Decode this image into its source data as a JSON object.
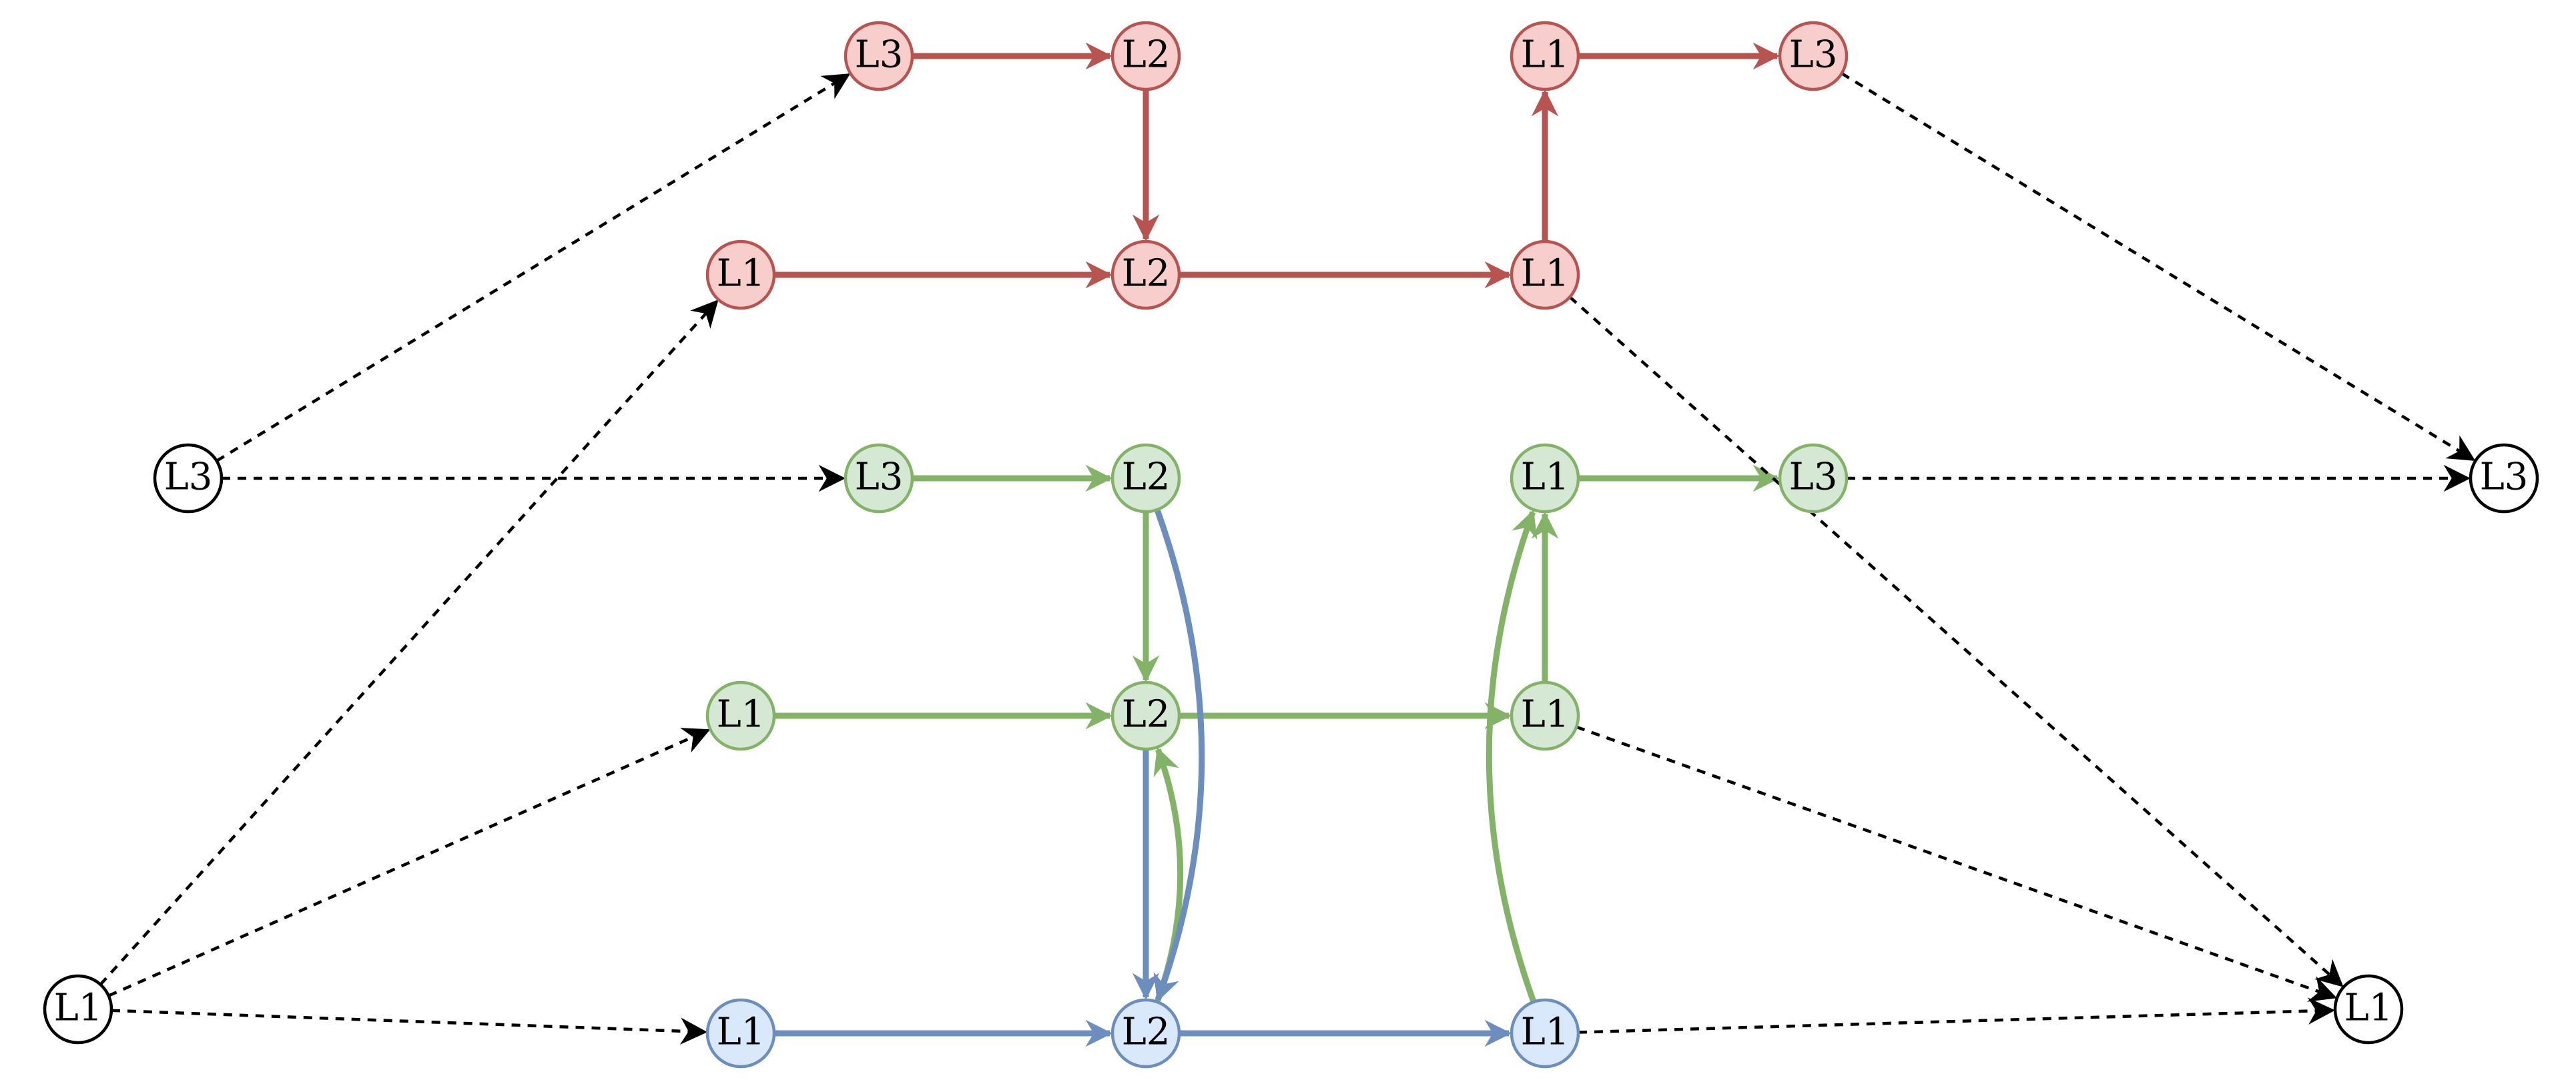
{
  "colors": {
    "red_fill": "#f8cecc",
    "red_stroke": "#b85450",
    "green_fill": "#d5e8d4",
    "green_stroke": "#82b366",
    "blue_fill": "#dae8fc",
    "blue_stroke": "#6c8ebf",
    "plain_fill": "#ffffff",
    "plain_stroke": "#000000"
  },
  "nodes": [
    {
      "id": "r_top_l3",
      "label": "L3",
      "group": "red"
    },
    {
      "id": "r_top_l2",
      "label": "L2",
      "group": "red"
    },
    {
      "id": "r_top_l1",
      "label": "L1",
      "group": "red"
    },
    {
      "id": "r_top_l3b",
      "label": "L3",
      "group": "red"
    },
    {
      "id": "r_mid_l1",
      "label": "L1",
      "group": "red"
    },
    {
      "id": "r_mid_l2",
      "label": "L2",
      "group": "red"
    },
    {
      "id": "r_mid_l1b",
      "label": "L1",
      "group": "red"
    },
    {
      "id": "g_top_l3",
      "label": "L3",
      "group": "green"
    },
    {
      "id": "g_top_l2",
      "label": "L2",
      "group": "green"
    },
    {
      "id": "g_top_l1",
      "label": "L1",
      "group": "green"
    },
    {
      "id": "g_top_l3b",
      "label": "L3",
      "group": "green"
    },
    {
      "id": "g_mid_l1",
      "label": "L1",
      "group": "green"
    },
    {
      "id": "g_mid_l2",
      "label": "L2",
      "group": "green"
    },
    {
      "id": "g_mid_l1b",
      "label": "L1",
      "group": "green"
    },
    {
      "id": "b_l1",
      "label": "L1",
      "group": "blue"
    },
    {
      "id": "b_l2",
      "label": "L2",
      "group": "blue"
    },
    {
      "id": "b_l1b",
      "label": "L1",
      "group": "blue"
    },
    {
      "id": "src_l3",
      "label": "L3",
      "group": "plain"
    },
    {
      "id": "src_l1",
      "label": "L1",
      "group": "plain"
    },
    {
      "id": "dst_l3",
      "label": "L3",
      "group": "plain"
    },
    {
      "id": "dst_l1",
      "label": "L1",
      "group": "plain"
    }
  ],
  "edges": [
    {
      "from": "r_top_l3",
      "to": "r_top_l2",
      "style": "red"
    },
    {
      "from": "r_top_l2",
      "to": "r_mid_l2",
      "style": "red"
    },
    {
      "from": "r_mid_l1",
      "to": "r_mid_l2",
      "style": "red"
    },
    {
      "from": "r_mid_l2",
      "to": "r_mid_l1b",
      "style": "red"
    },
    {
      "from": "r_mid_l1b",
      "to": "r_top_l1",
      "style": "red"
    },
    {
      "from": "r_top_l1",
      "to": "r_top_l3b",
      "style": "red"
    },
    {
      "from": "g_top_l3",
      "to": "g_top_l2",
      "style": "green"
    },
    {
      "from": "g_top_l2",
      "to": "g_mid_l2",
      "style": "green"
    },
    {
      "from": "g_mid_l1",
      "to": "g_mid_l2",
      "style": "green"
    },
    {
      "from": "g_mid_l2",
      "to": "g_mid_l1b",
      "style": "green"
    },
    {
      "from": "g_mid_l1b",
      "to": "g_top_l1",
      "style": "green"
    },
    {
      "from": "g_top_l1",
      "to": "g_top_l3b",
      "style": "green"
    },
    {
      "from": "b_l2",
      "to": "g_mid_l2",
      "style": "green",
      "curve": "right"
    },
    {
      "from": "b_l1b",
      "to": "g_top_l1",
      "style": "green",
      "curve": "left"
    },
    {
      "from": "g_mid_l2",
      "to": "b_l2",
      "style": "blue"
    },
    {
      "from": "g_top_l2",
      "to": "b_l2",
      "style": "blue",
      "curve": "left"
    },
    {
      "from": "b_l1",
      "to": "b_l2",
      "style": "blue"
    },
    {
      "from": "b_l2",
      "to": "b_l1b",
      "style": "blue"
    },
    {
      "from": "src_l3",
      "to": "r_top_l3",
      "style": "dashed"
    },
    {
      "from": "src_l3",
      "to": "g_top_l3",
      "style": "dashed"
    },
    {
      "from": "src_l1",
      "to": "r_mid_l1",
      "style": "dashed"
    },
    {
      "from": "src_l1",
      "to": "g_mid_l1",
      "style": "dashed"
    },
    {
      "from": "src_l1",
      "to": "b_l1",
      "style": "dashed"
    },
    {
      "from": "r_top_l3b",
      "to": "dst_l3",
      "style": "dashed"
    },
    {
      "from": "g_top_l3b",
      "to": "dst_l3",
      "style": "dashed"
    },
    {
      "from": "r_mid_l1b",
      "to": "dst_l1",
      "style": "dashed"
    },
    {
      "from": "g_mid_l1b",
      "to": "dst_l1",
      "style": "dashed"
    },
    {
      "from": "b_l1b",
      "to": "dst_l1",
      "style": "dashed"
    }
  ]
}
